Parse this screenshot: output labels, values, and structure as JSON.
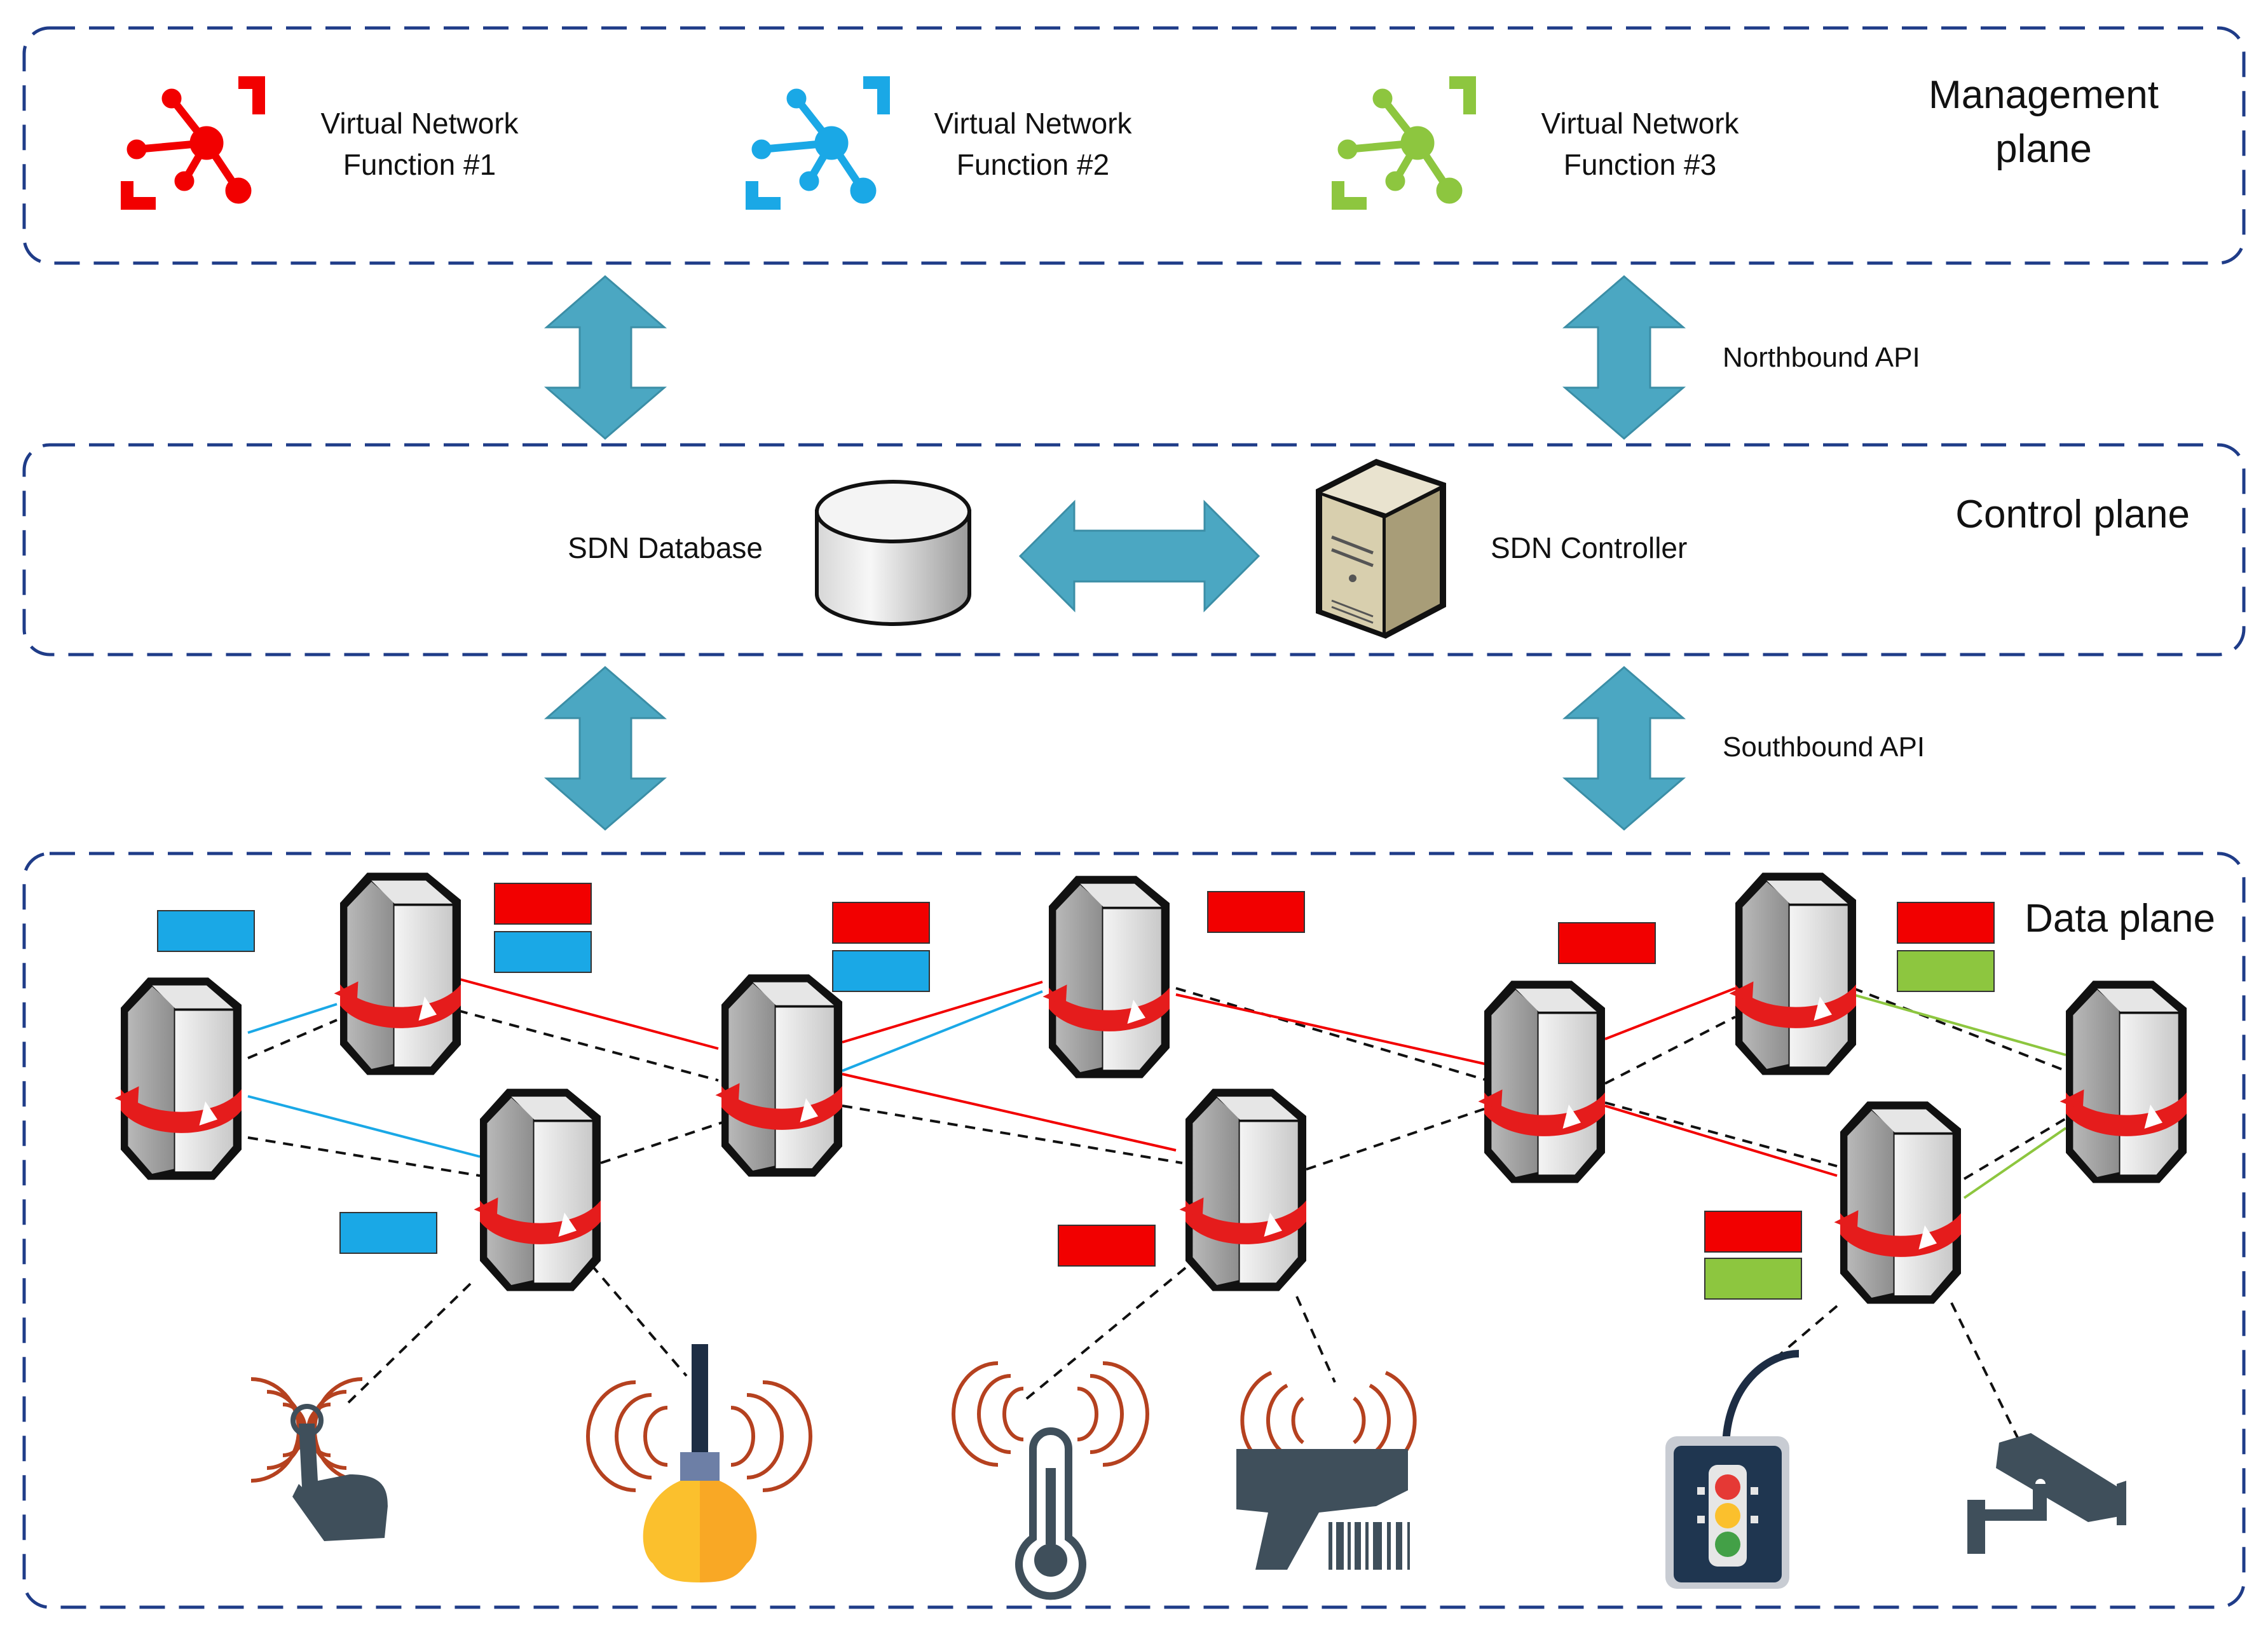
{
  "planes": {
    "management": {
      "title_line1": "Management",
      "title_line2": "plane"
    },
    "control": {
      "title": "Control plane"
    },
    "data": {
      "title": "Data plane"
    }
  },
  "vnfs": [
    {
      "line1": "Virtual Network",
      "line2": "Function #1",
      "color": "#f20000"
    },
    {
      "line1": "Virtual Network",
      "line2": "Function #2",
      "color": "#1aa8e6"
    },
    {
      "line1": "Virtual Network",
      "line2": "Function #3",
      "color": "#8dc63f"
    }
  ],
  "apis": {
    "northbound": "Northbound API",
    "southbound": "Southbound API"
  },
  "control_elements": {
    "database": "SDN Database",
    "controller": "SDN Controller"
  },
  "colors": {
    "plane_border": "#1f3c88",
    "arrow_fill": "#4ba7c2",
    "red_flow": "#f20000",
    "blue_flow": "#1aa8e6",
    "green_flow": "#8dc63f",
    "device_icon": "#3f4f5b"
  },
  "devices": [
    "touch-icon",
    "light-bulb-icon",
    "thermometer-icon",
    "barcode-scanner-icon",
    "traffic-light-icon",
    "surveillance-camera-icon"
  ]
}
